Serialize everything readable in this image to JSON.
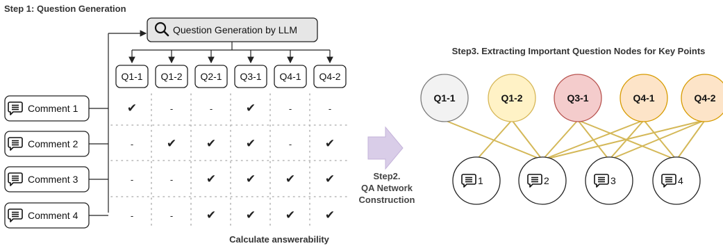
{
  "step1": {
    "title": "Step 1: Question Generation",
    "llm_box_label": "Question Generation by LLM",
    "questions": [
      "Q1-1",
      "Q1-2",
      "Q2-1",
      "Q3-1",
      "Q4-1",
      "Q4-2"
    ],
    "comments": [
      "Comment 1",
      "Comment 2",
      "Comment 3",
      "Comment 4"
    ],
    "matrix": [
      [
        "✔",
        "-",
        "-",
        "✔",
        "-",
        "-"
      ],
      [
        "-",
        "✔",
        "✔",
        "✔",
        "-",
        "✔"
      ],
      [
        "-",
        "-",
        "✔",
        "✔",
        "✔",
        "✔"
      ],
      [
        "-",
        "-",
        "✔",
        "✔",
        "✔",
        "✔"
      ]
    ],
    "footer": "Calculate answerability",
    "icons": {
      "search": "magnifier-icon",
      "comment": "comment-icon"
    }
  },
  "step2": {
    "lines": [
      "Step2.",
      "QA Network",
      "Construction"
    ],
    "arrow_color": "#d9cde8"
  },
  "step3": {
    "title": "Step3. Extracting Important Question Nodes for Key Points",
    "nodes": [
      {
        "label": "Q1-1",
        "fill": "#f2f2f2",
        "stroke": "#7a7a7a"
      },
      {
        "label": "Q1-2",
        "fill": "#fff2c6",
        "stroke": "#d6b656"
      },
      {
        "label": "Q3-1",
        "fill": "#f4cccc",
        "stroke": "#b85450"
      },
      {
        "label": "Q4-1",
        "fill": "#fde4c8",
        "stroke": "#d79b00"
      },
      {
        "label": "Q4-2",
        "fill": "#fde4c8",
        "stroke": "#d79b00"
      }
    ],
    "comment_nodes": [
      "1",
      "2",
      "3",
      "4"
    ],
    "edges": [
      [
        0,
        1
      ],
      [
        1,
        0
      ],
      [
        1,
        1
      ],
      [
        2,
        1
      ],
      [
        2,
        2
      ],
      [
        2,
        3
      ],
      [
        3,
        1
      ],
      [
        3,
        2
      ],
      [
        3,
        3
      ],
      [
        4,
        1
      ],
      [
        4,
        2
      ],
      [
        4,
        3
      ]
    ],
    "edge_color": "#d4b858"
  }
}
